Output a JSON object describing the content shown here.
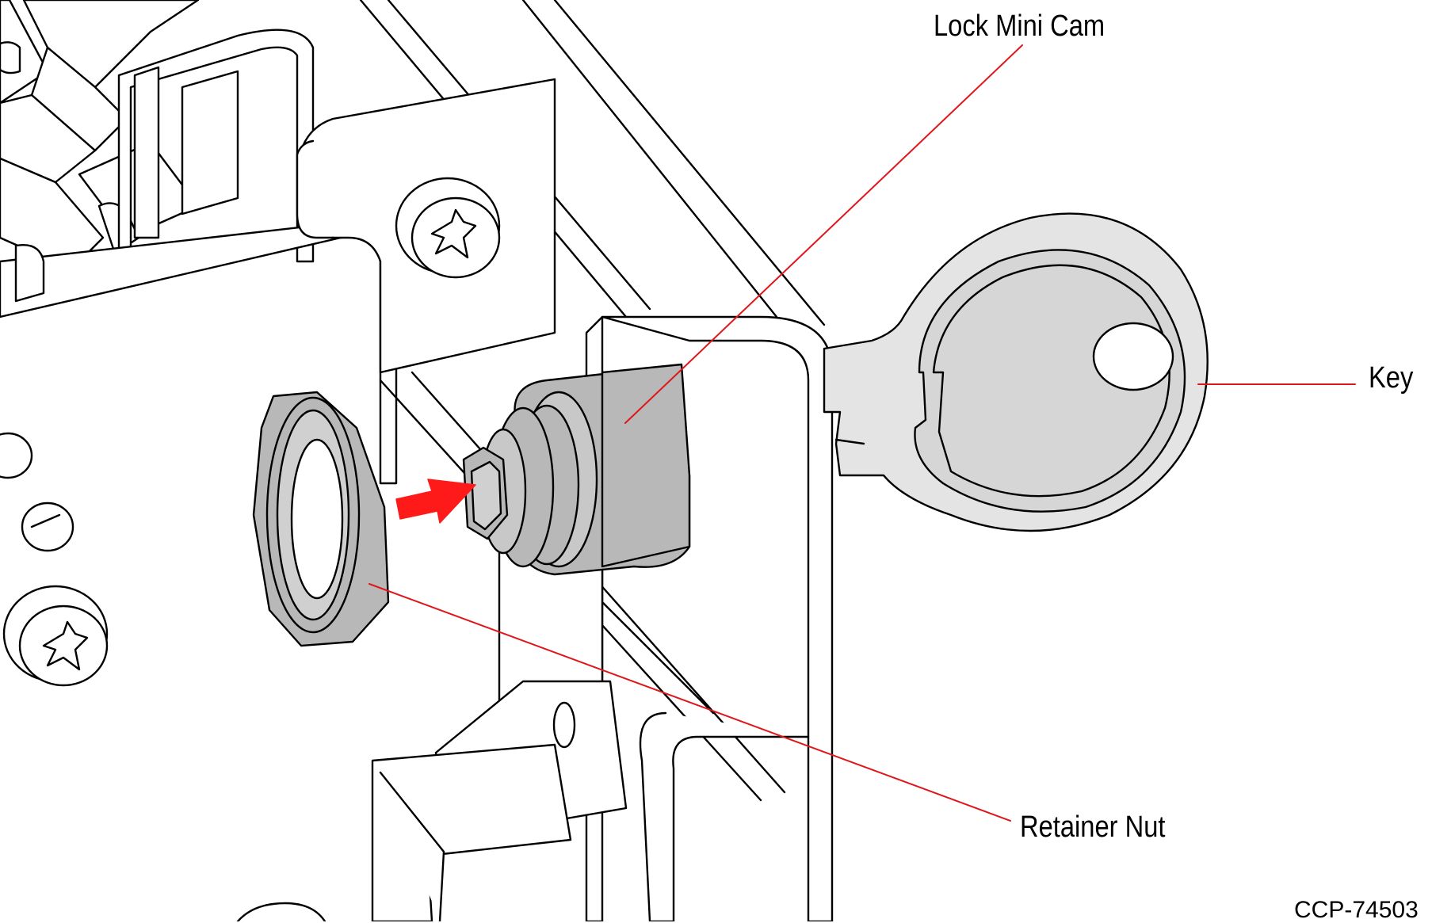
{
  "callouts": {
    "lock_mini_cam": "Lock Mini Cam",
    "key": "Key",
    "retainer_nut": "Retainer Nut"
  },
  "figure_id": "CCP-74503",
  "colors": {
    "leader_line": "#e0161b",
    "arrow": "#ff1a1a",
    "part_fill": "#b8b8b8",
    "key_fill": "#e4e4e4",
    "outline": "#000000"
  }
}
